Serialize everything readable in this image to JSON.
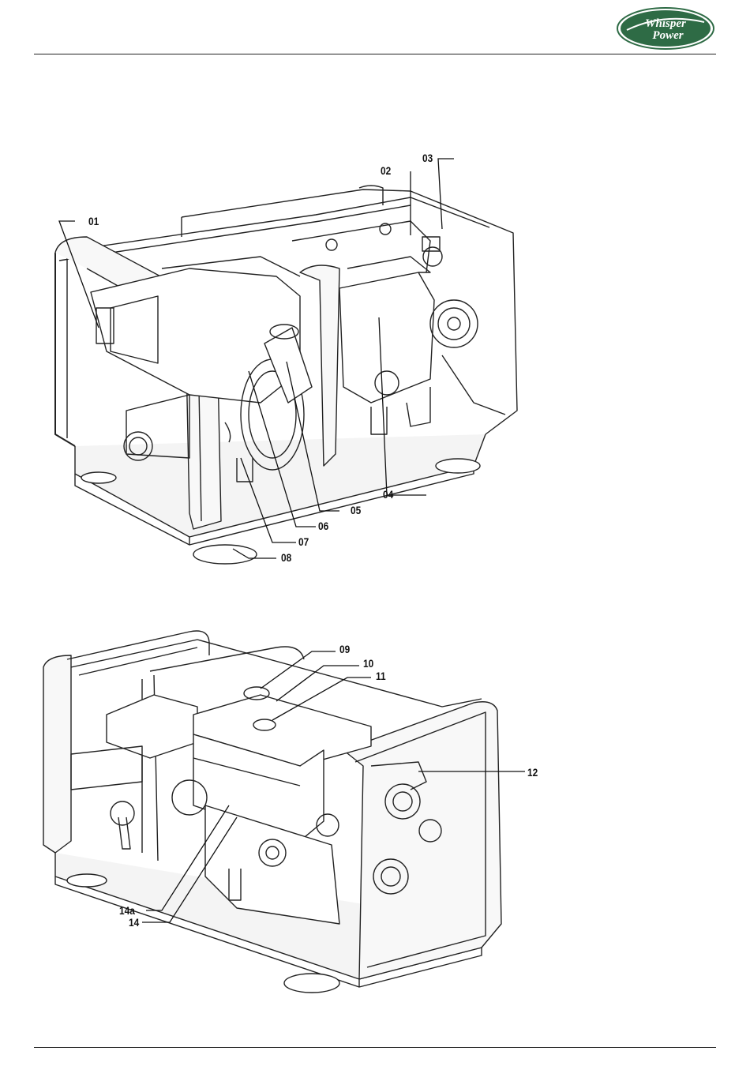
{
  "header": {
    "brand_logo_text": "Whisper Power",
    "logo_color": "#2e6b45"
  },
  "figure_top": {
    "callouts": [
      "01",
      "02",
      "03",
      "04",
      "05",
      "06",
      "07",
      "08"
    ]
  },
  "figure_bottom": {
    "callouts": [
      "09",
      "10",
      "11",
      "12",
      "14a",
      "14"
    ]
  },
  "colors": {
    "line": "#222222",
    "frame_fill": "#f4f4f4"
  }
}
